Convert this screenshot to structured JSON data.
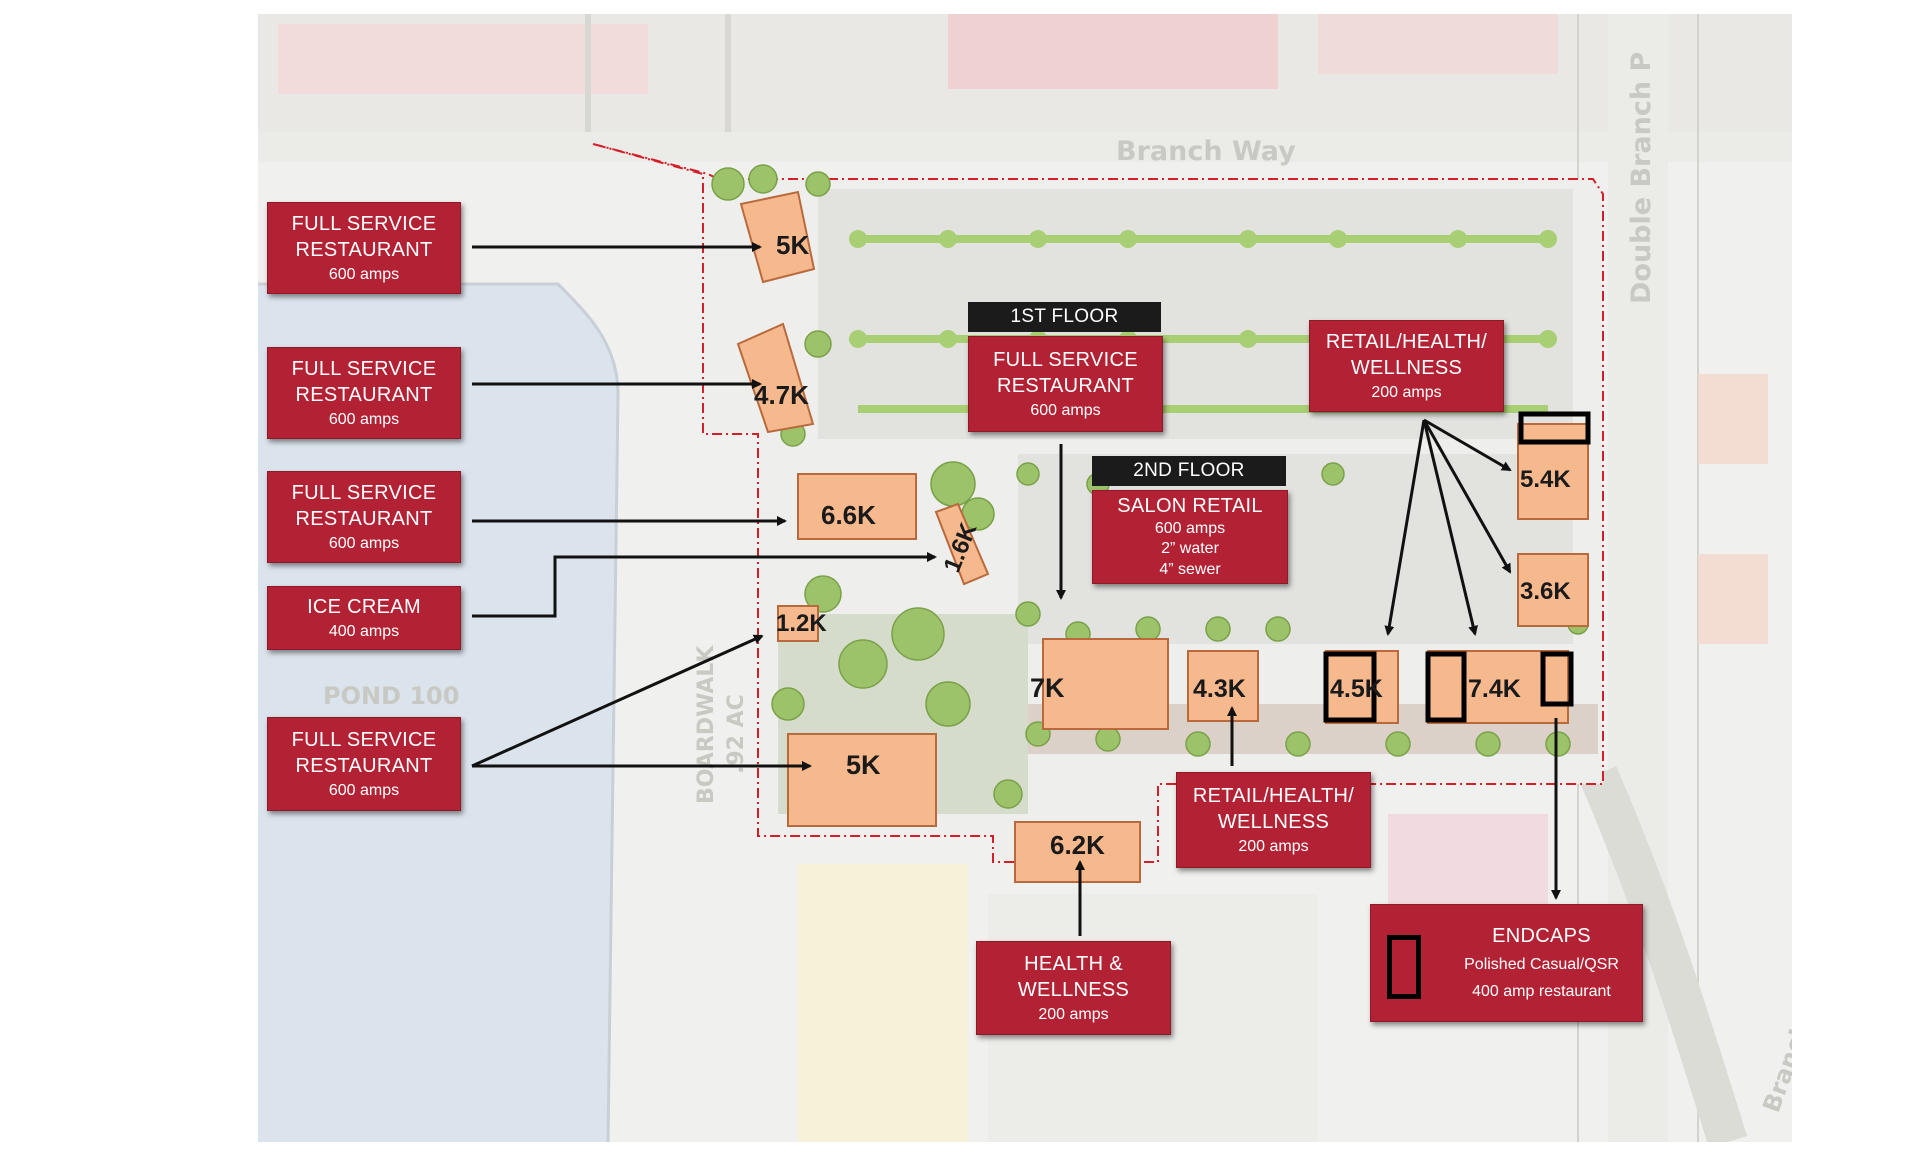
{
  "streets": {
    "north": "Branch Way",
    "east": "Double Branch P",
    "southeast": "Branch Parkway",
    "boardwalk": "BOARDWALK",
    "pond_area": ".92 AC",
    "pond": "POND 100"
  },
  "buildings": {
    "nw_5k": "5K",
    "w_47k": "4.7K",
    "w_66k": "6.6K",
    "kiosk_16k": "1.6K",
    "sw_12k": "1.2K",
    "sw_5k": "5K",
    "center_7k": "7K",
    "center_43k": "4.3K",
    "east_45k": "4.5K",
    "east_74k": "7.4K",
    "ne_54k": "5.4K",
    "ne_36k": "3.6K",
    "south_62k": "6.2K"
  },
  "callouts": {
    "fsr1": {
      "title1": "FULL SERVICE",
      "title2": "RESTAURANT",
      "sub": "600 amps"
    },
    "fsr2": {
      "title1": "FULL SERVICE",
      "title2": "RESTAURANT",
      "sub": "600 amps"
    },
    "fsr3": {
      "title1": "FULL SERVICE",
      "title2": "RESTAURANT",
      "sub": "600 amps"
    },
    "ice_cream": {
      "title1": "ICE CREAM",
      "sub": "400 amps"
    },
    "fsr4": {
      "title1": "FULL SERVICE",
      "title2": "RESTAURANT",
      "sub": "600 amps"
    },
    "first_floor": {
      "tag": "1ST FLOOR",
      "title1": "FULL SERVICE",
      "title2": "RESTAURANT",
      "sub": "600 amps"
    },
    "second_floor": {
      "tag": "2ND FLOOR",
      "title1": "SALON RETAIL",
      "line1": "600 amps",
      "line2": "2” water",
      "line3": "4” sewer"
    },
    "rhw_top": {
      "title1": "RETAIL/HEALTH/",
      "title2": "WELLNESS",
      "sub": "200 amps"
    },
    "rhw_bottom": {
      "title1": "RETAIL/HEALTH/",
      "title2": "WELLNESS",
      "sub": "200 amps"
    },
    "health_wellness": {
      "title1": "HEALTH &",
      "title2": "WELLNESS",
      "sub": "200 amps"
    },
    "endcaps": {
      "title1": "ENDCAPS",
      "line1": "Polished Casual/QSR",
      "line2": "400 amp restaurant"
    }
  },
  "colors": {
    "callout": "#b22234",
    "building": "#f6b98e",
    "water": "#dbe3ec",
    "parking": "#e2e2df",
    "trees": "#9cc36a",
    "boundary": "#d21f2a"
  }
}
